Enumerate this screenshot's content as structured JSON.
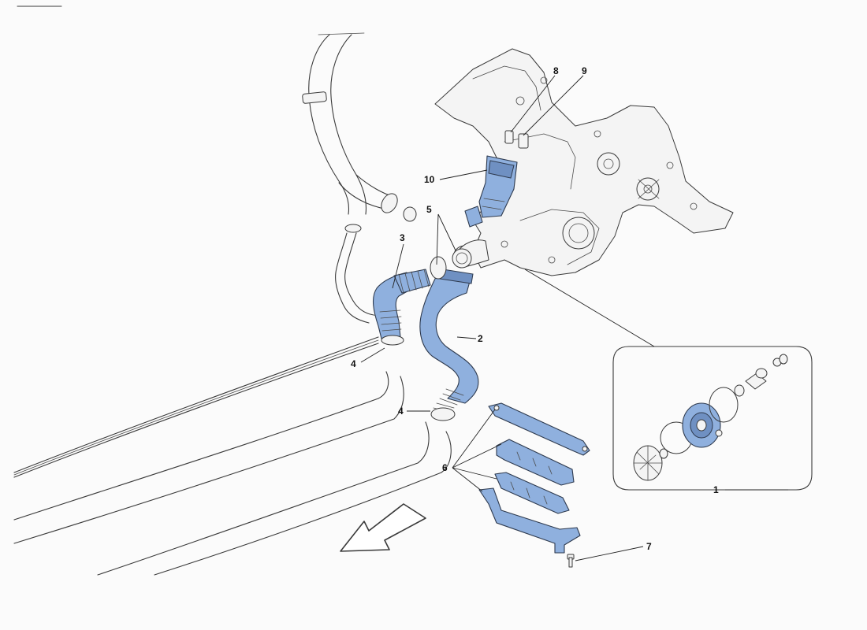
{
  "callouts": {
    "c1": "1",
    "c2": "2",
    "c3": "3",
    "c4a": "4",
    "c4b": "4",
    "c5": "5",
    "c6": "6",
    "c7": "7",
    "c8": "8",
    "c9": "9",
    "c10": "10"
  },
  "colors": {
    "highlight": "#8fb0de",
    "line": "#3a3a3a",
    "background": "#fbfbfb"
  },
  "icons": {
    "direction": "front-direction-arrow-icon"
  }
}
